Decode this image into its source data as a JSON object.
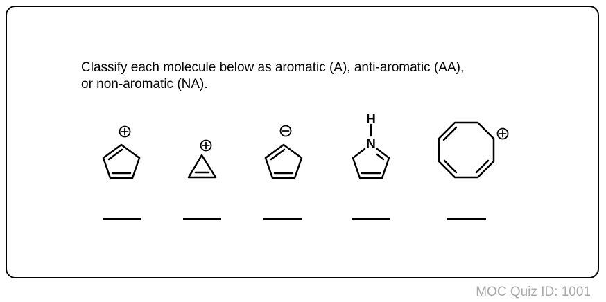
{
  "prompt": {
    "line1": "Classify each molecule below as aromatic (A), anti-aromatic (AA),",
    "line2": "or non-aromatic (NA)."
  },
  "molecules": [
    {
      "name": "cyclopentadienyl cation",
      "charge": "+"
    },
    {
      "name": "cyclopropenyl cation",
      "charge": "+"
    },
    {
      "name": "cyclopentadienyl anion",
      "charge": "−"
    },
    {
      "name": "pyrrole",
      "atoms": {
        "nitrogen": "N",
        "hydrogen": "H"
      }
    },
    {
      "name": "cyclooctatrienyl cation",
      "charge": "+"
    }
  ],
  "answer_blanks": 5,
  "footer": {
    "quiz_id": "MOC Quiz ID: 1001"
  }
}
